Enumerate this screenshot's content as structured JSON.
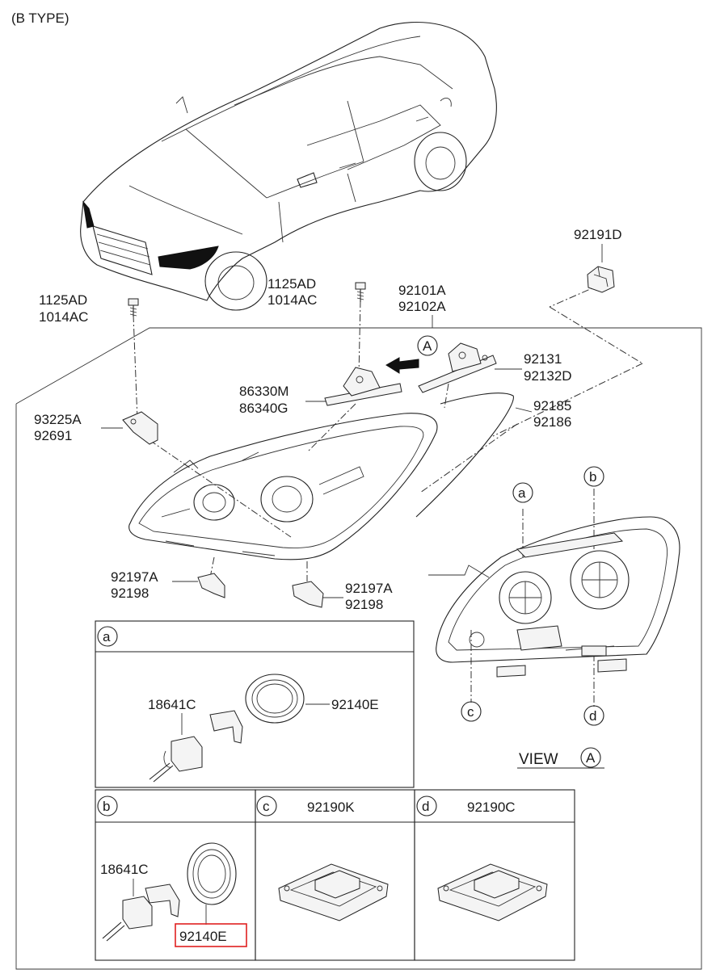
{
  "header": {
    "title": "(B TYPE)"
  },
  "callouts": {
    "bolt_left_1": "1125AD",
    "bolt_left_2": "1014AC",
    "bolt_center_1": "1125AD",
    "bolt_center_2": "1014AC",
    "assembly_1": "92101A",
    "assembly_2": "92102A",
    "connector_top": "92191D",
    "view_marker": "A",
    "bracket_top_1": "92131",
    "bracket_top_2": "92132D",
    "bracket_center_1": "86330M",
    "bracket_center_2": "86340G",
    "seal_1": "92185",
    "seal_2": "92186",
    "mount_left_1": "93225A",
    "mount_left_2": "92691",
    "foot_left_1": "92197A",
    "foot_left_2": "92198",
    "foot_right_1": "92197A",
    "foot_right_2": "92198",
    "view_a_tag_a": "a",
    "view_a_tag_b": "b",
    "view_a_tag_c": "c",
    "view_a_tag_d": "d",
    "view_a_text": "VIEW",
    "view_a_letter": "A"
  },
  "detail_boxes": {
    "a": {
      "tag": "a",
      "bulb": "18641C",
      "cap": "92140E"
    },
    "b": {
      "tag": "b",
      "bulb": "18641C",
      "cap": "92140E"
    },
    "c": {
      "tag": "c",
      "part": "92190K"
    },
    "d": {
      "tag": "d",
      "part": "92190C"
    }
  },
  "colors": {
    "highlight": "#e02020",
    "ink": "#1a1a1a"
  }
}
